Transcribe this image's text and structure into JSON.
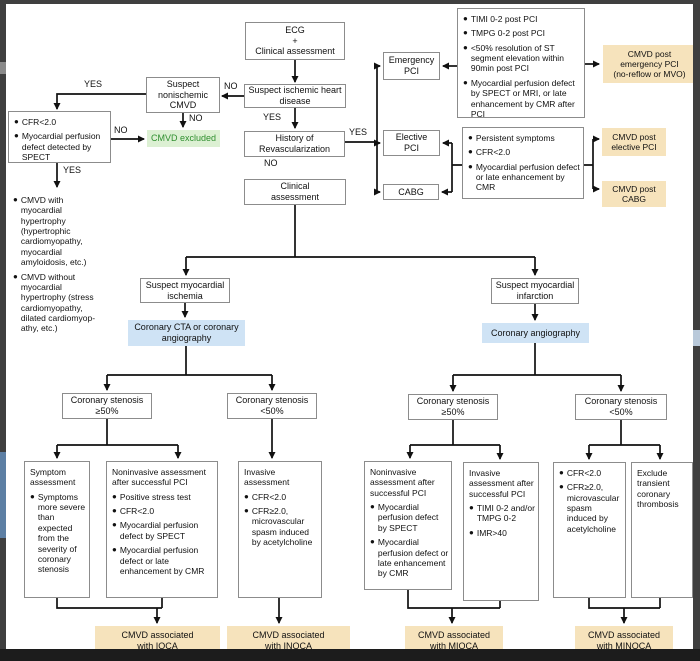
{
  "colors": {
    "orange_bg": "#f6e3bc",
    "blue_bg": "#cfe3f5",
    "green_bg": "#dcf0d3",
    "green_text": "#2f8f2f",
    "box_border": "#8c8c8c",
    "line_color": "#111111",
    "frame_dark": "#3f3f3f",
    "frame_bottom": "#1c1c1c",
    "frame_blue": "#5d7fa4"
  },
  "ui": {
    "bullet_char": "●"
  },
  "edge_labels": {
    "yes": "YES",
    "no": "NO"
  },
  "nodes": {
    "ecg": "ECG\n+\nClinical assessment",
    "suspect_ihd": "Suspect ischemic heart\ndisease",
    "suspect_nonischemic": "Suspect\nnonischemic\nCMVD",
    "cmvd_excluded": "CMVD excluded",
    "history": "History of\nRevascularization",
    "clinical_assessment": "Clinical\nassessment",
    "emergency_pci": "Emergency\nPCI",
    "elective_pci": "Elective\nPCI",
    "cabg": "CABG",
    "suspect_ischemia": "Suspect myocardial\nischemia",
    "suspect_infarction": "Suspect myocardial\ninfarction",
    "coronary_cta": "Coronary CTA or coronary\nangiography",
    "coronary_angiography": "Coronary angiography",
    "stenosis_ge50": "Coronary stenosis\n≥50%",
    "stenosis_lt50": "Coronary stenosis\n<50%"
  },
  "criteria": {
    "nonischemic_cmvd": {
      "bullets": [
        "CFR<2.0",
        "Myocardial perfusion defect detected by SPECT"
      ]
    },
    "nonischemic_types": {
      "bullets": [
        "CMVD with myocardial hypertrophy (hypertrophic cardiomyopathy, myocardial amyloidosis, etc.)",
        "CMVD without myocardial hypertrophy (stress cardiomyopathy, dilated cardiomyop-athy, etc.)"
      ]
    },
    "emergency": {
      "bullets": [
        "TIMI 0-2 post PCI",
        "TMPG 0-2 post PCI",
        "<50% resolution of ST segment elevation within 90min post PCI",
        "Myocardial perfusion defect by SPECT or MRI, or late enhancement by CMR after PCI"
      ]
    },
    "elective_cabg": {
      "bullets": [
        "Persistent symptoms",
        "CFR<2.0",
        "Myocardial perfusion defect or late enhancement by CMR"
      ]
    },
    "symptom": {
      "title": "Symptom assessment",
      "bullets": [
        "Symptoms more severe than expected from the severity of coronary stenosis"
      ]
    },
    "noninvasive_ioca": {
      "title": "Noninvasive assessment after successful PCI",
      "bullets": [
        "Positive stress test",
        "CFR<2.0",
        "Myocardial perfusion defect by SPECT",
        "Myocardial perfusion defect or late enhancement by CMR"
      ]
    },
    "invasive_inoca": {
      "title": "Invasive assessment",
      "bullets": [
        "CFR<2.0",
        "CFR≥2.0, microvascular spasm induced by acetylcholine"
      ]
    },
    "noninvasive_mioca": {
      "title": "Noninvasive assessment after successful PCI",
      "bullets": [
        "Myocardial perfusion defect by SPECT",
        "Myocardial perfusion defect or late enhancement by CMR"
      ]
    },
    "invasive_mioca": {
      "title": "Invasive assessment after successful PCI",
      "bullets": [
        "TIMI 0-2 and/or TMPG 0-2",
        "IMR>40"
      ]
    },
    "invasive_minoca": {
      "bullets": [
        "CFR<2.0",
        "CFR≥2.0, microvascular spasm induced by acetylcholine"
      ]
    },
    "exclude_thrombosis": {
      "title": "Exclude transient coronary thrombosis"
    }
  },
  "outcomes": {
    "post_emergency": "CMVD post\nemergency PCI\n(no-reflow or MVO)",
    "post_elective": "CMVD post\nelective PCI",
    "post_cabg": "CMVD post\nCABG",
    "ioca": "CMVD associated\nwith IOCA",
    "inoca": "CMVD associated\nwith INOCA",
    "mioca": "CMVD associated\nwith MIOCA",
    "minoca": "CMVD associated\nwith MINOCA"
  }
}
